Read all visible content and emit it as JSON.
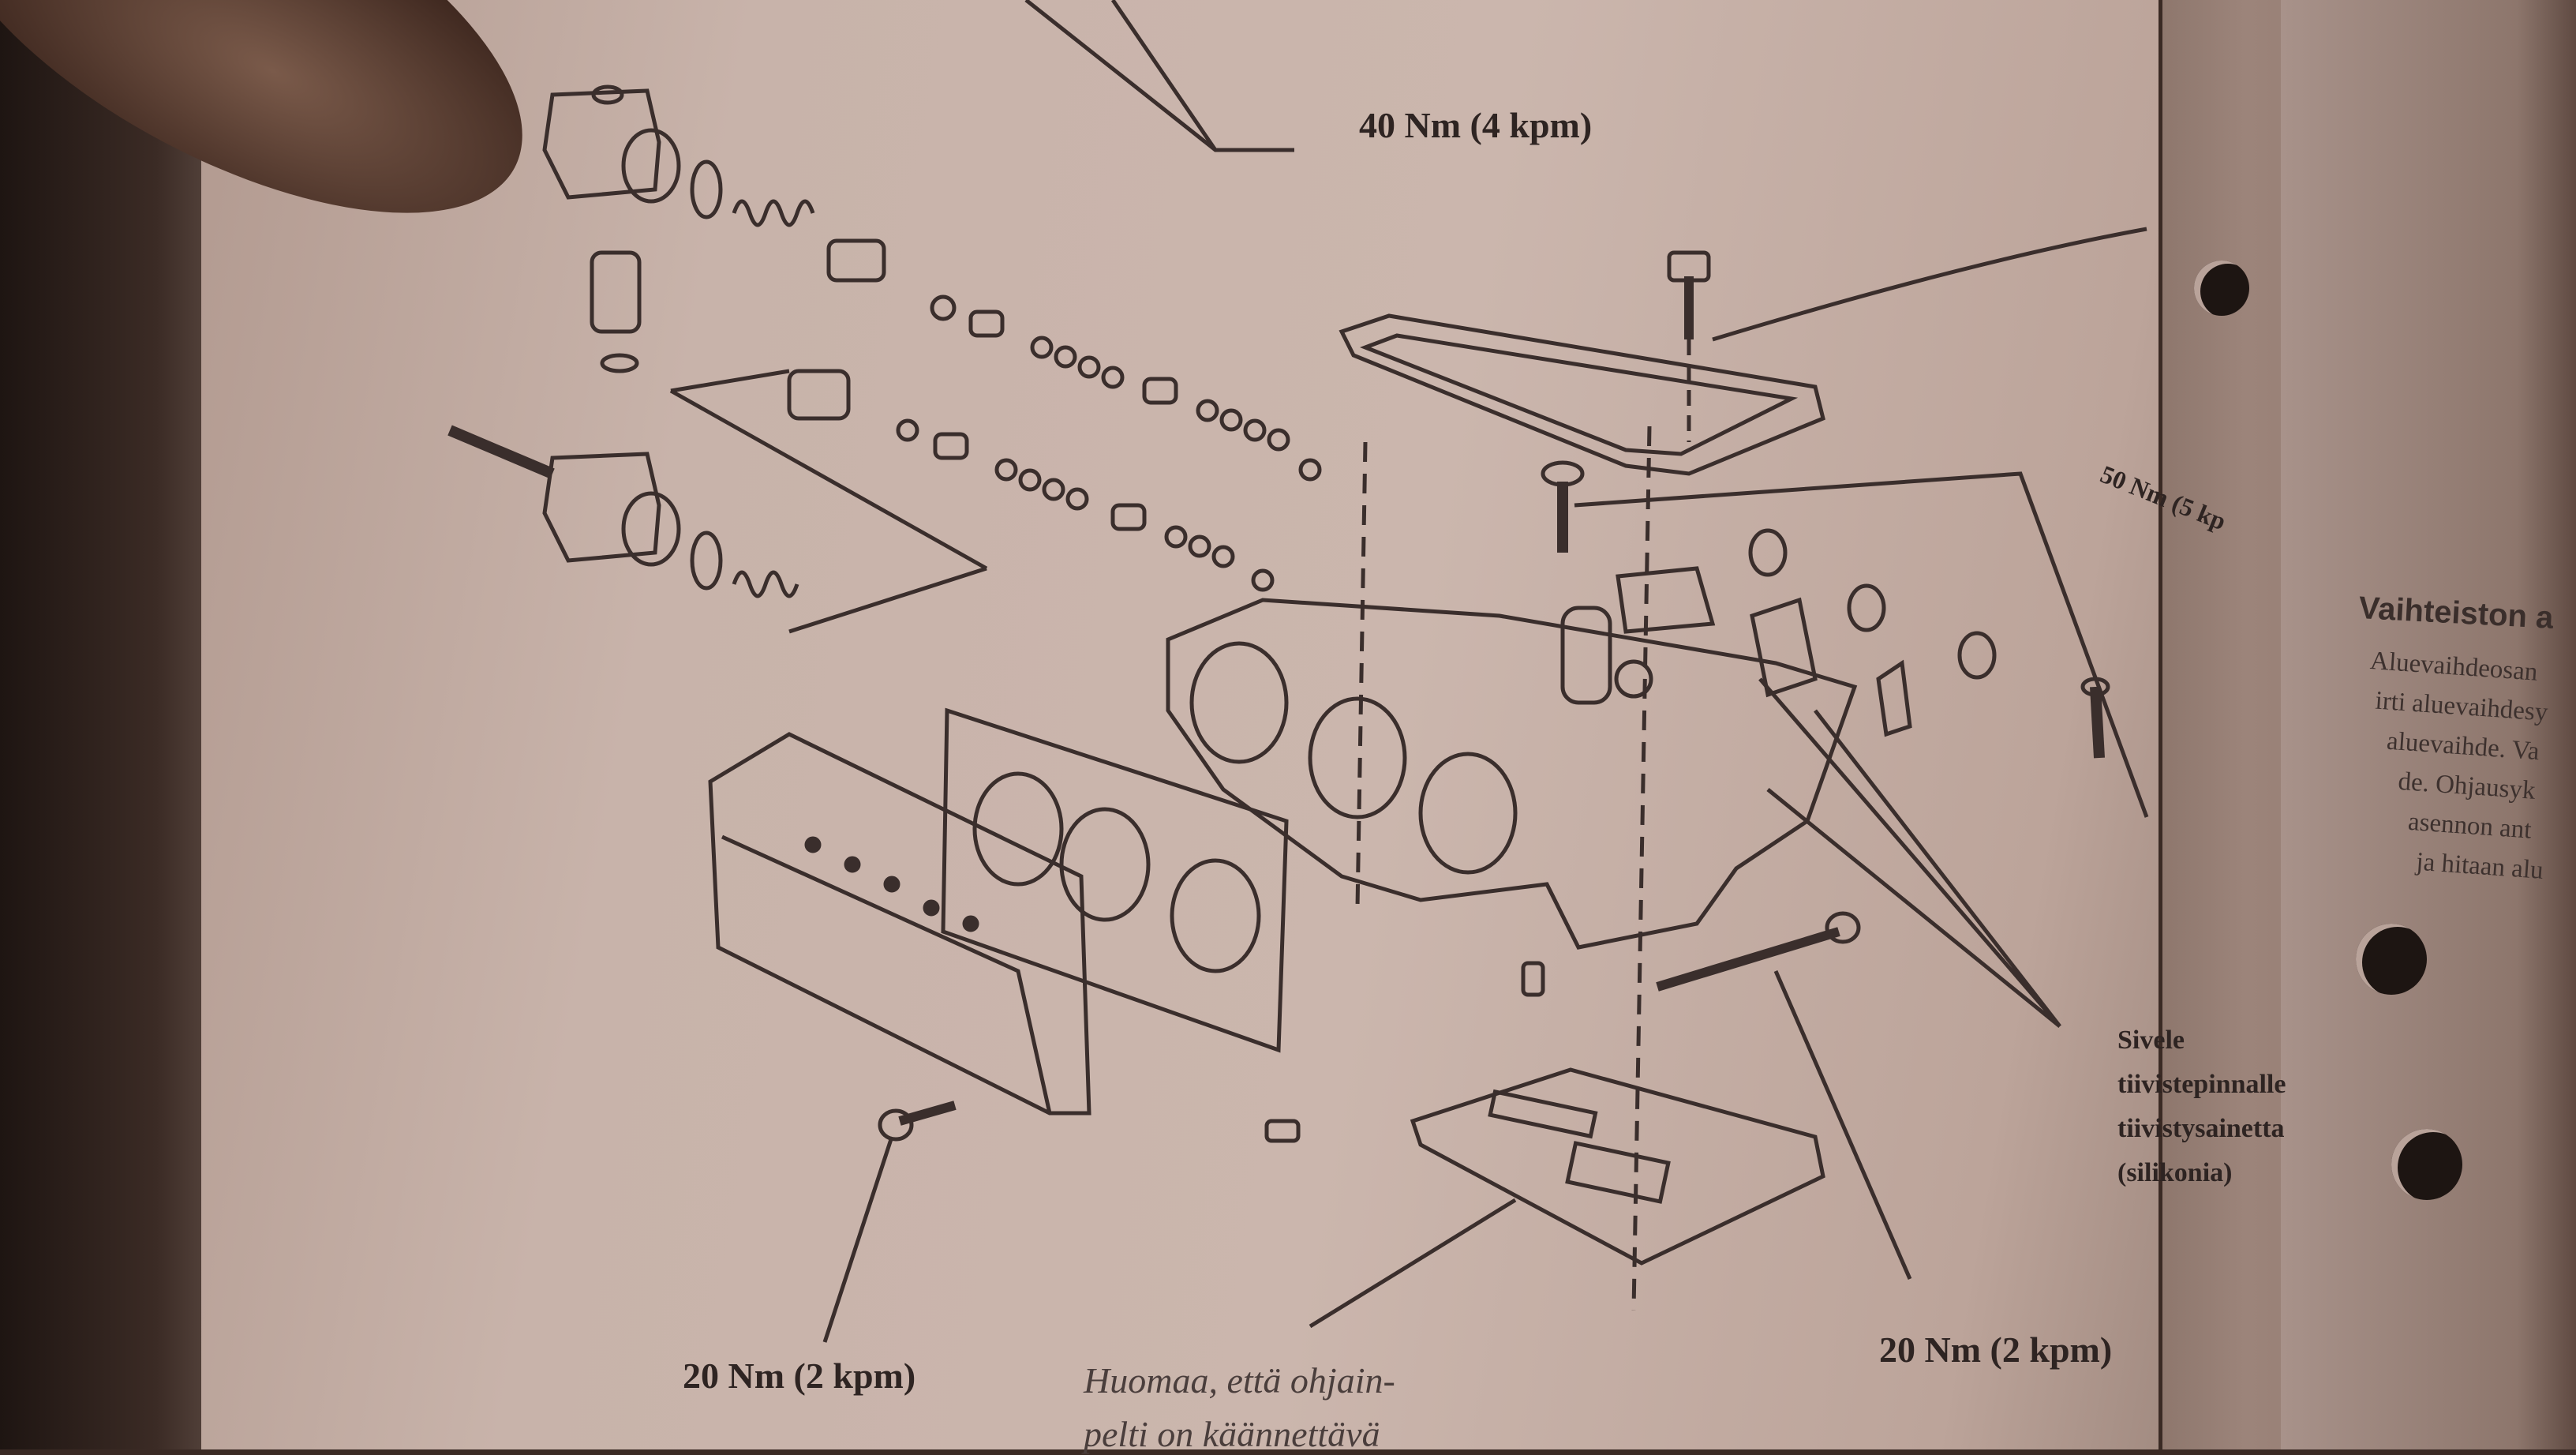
{
  "diagram": {
    "labels": {
      "torque_top": "40 Nm (4 kpm)",
      "torque_right": "50 Nm (5 kp",
      "torque_bottom_left": "20 Nm (2 kpm)",
      "torque_bottom_right": "20 Nm (2 kpm)",
      "sealant_note": [
        "Sivele",
        "tiivistepinnalle",
        "tiivistysainetta",
        "(silikonia)"
      ],
      "caption": [
        "Huomaa, että ohjain-",
        "pelti on käännettävä"
      ]
    }
  },
  "right_page": {
    "heading": "Vaihteiston a",
    "lines": [
      "Aluevaihdeosan",
      "irti aluevaihdesy",
      "aluevaihde. Va",
      "de. Ohjausyk",
      "asennon ant",
      "ja hitaan alu"
    ]
  },
  "colors": {
    "paper": "#c8b3aa",
    "ink": "#2e2422"
  }
}
